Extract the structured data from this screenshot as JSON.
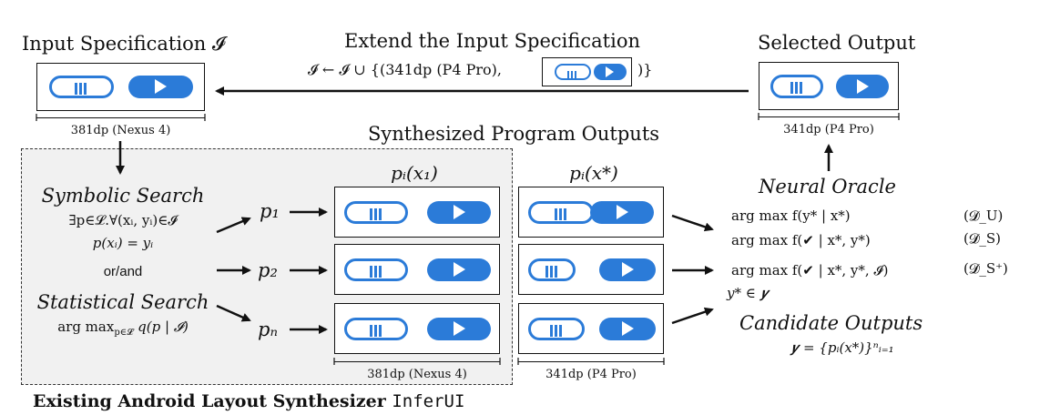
{
  "input_spec": {
    "title": "Input Specification 𝓘",
    "dim_label": "381dp (Nexus 4)"
  },
  "extend": {
    "title": "Extend the Input Specification",
    "formula_prefix": "𝓘 ← 𝓘 ∪ {(341dp (P4 Pro),",
    "formula_suffix": ")}"
  },
  "selected_output": {
    "title": "Selected Output",
    "dim_label": "341dp (P4 Pro)"
  },
  "synth_outputs": {
    "title": "Synthesized Program Outputs",
    "col1_label": "pᵢ(x₁)",
    "col2_label": "pᵢ(x*)",
    "col1_dim": "381dp (Nexus 4)",
    "col2_dim": "341dp (P4 Pro)"
  },
  "synthesizer": {
    "symbolic_title": "Symbolic Search",
    "symbolic_formula1": "∃p∈𝓛.∀(xᵢ, yᵢ)∈𝓘",
    "symbolic_formula2": "p(xᵢ) = yᵢ",
    "or_and": "or/and",
    "statistical_title": "Statistical Search",
    "statistical_formula": "arg max",
    "statistical_sub": "p∈𝓛",
    "statistical_rest": " q(p | 𝓘)",
    "programs": [
      "p₁",
      "p₂",
      "pₙ"
    ],
    "footer_bold": "Existing Android Layout Synthesizer ",
    "footer_mono": "InferUI"
  },
  "oracle": {
    "title": "Neural Oracle",
    "lines": [
      {
        "formula": "arg max f(y* | x*)",
        "dataset": "(𝓓_U)"
      },
      {
        "formula": "arg max f(✔ | x*, y*)",
        "dataset": "(𝓓_S)"
      },
      {
        "formula": "arg max f(✔ | x*, y*, 𝓘)",
        "dataset": "(𝓓_S⁺)"
      }
    ],
    "membership": "y* ∈ 𝒚",
    "candidate_title": "Candidate Outputs",
    "candidate_formula": "𝒚 = {pᵢ(x*)}ⁿᵢ₌₁"
  },
  "colors": {
    "accent": "#2b7bd8",
    "panel_bg": "#f1f1f1"
  }
}
